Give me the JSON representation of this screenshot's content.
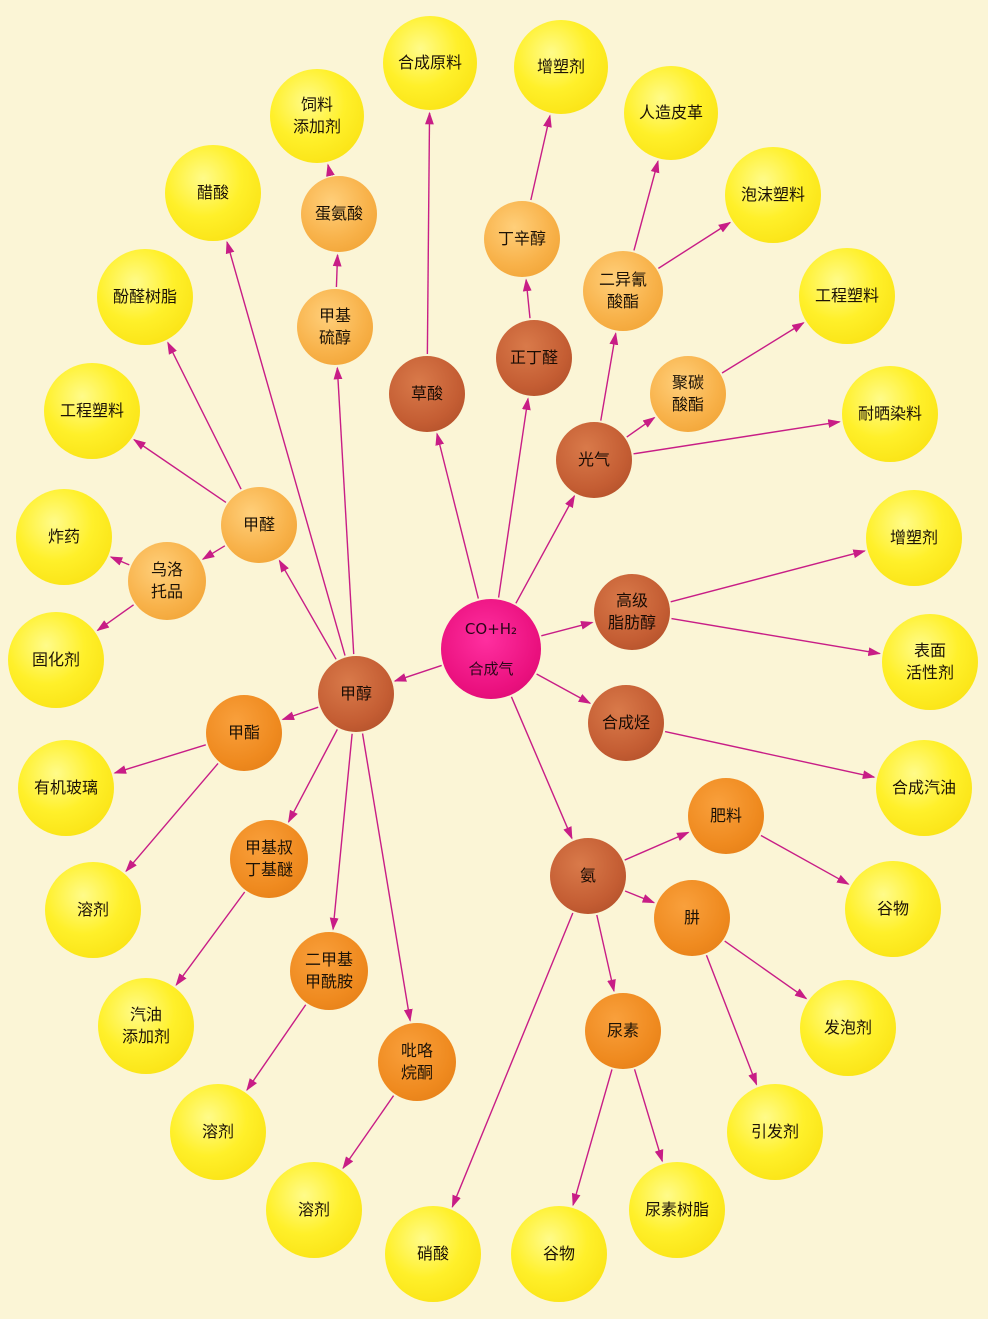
{
  "colors": {
    "background": "#fbf5d6",
    "arrow": "#c81d86",
    "center": "#e8167c",
    "hub": "#c45d33",
    "orange": "#ef8a1f",
    "mid": "#f8b24a",
    "leaf": "#fff02a"
  },
  "diagram": {
    "center": {
      "line1": "CO+H₂",
      "line2": "合成气"
    },
    "nodes": {
      "methanol": "甲醇",
      "oxalic_acid": "草酸",
      "butyraldehyde": "正丁醛",
      "phosgene": "光气",
      "fatty_alcohol": "高级\n脂肪醇",
      "synth_hc": "合成烃",
      "ammonia": "氨",
      "formaldehyde": "甲醛",
      "methyl_formate": "甲酯",
      "mtbe": "甲基叔\n丁基醚",
      "dmf": "二甲基\n甲酰胺",
      "pyrrolidone": "吡咯\n烷酮",
      "methyl_mercaptan": "甲基\n硫醇",
      "methionine": "蛋氨酸",
      "octanol": "丁辛醇",
      "isocyanate": "二异氰\n酸酯",
      "polycarbonate": "聚碳\n酸酯",
      "urotropine": "乌洛\n托品",
      "fertilizer": "肥料",
      "hydrazine": "肼",
      "urea": "尿素",
      "raw_material": "合成原料",
      "plasticizer_top": "增塑剂",
      "feed_additive": "饲料\n添加剂",
      "artificial_leather": "人造皮革",
      "acetic_acid": "醋酸",
      "foam_plastic": "泡沫塑料",
      "phenolic_resin": "酚醛树脂",
      "eng_plastic_right": "工程塑料",
      "eng_plastic_left": "工程塑料",
      "dye": "耐晒染料",
      "explosive": "炸药",
      "plasticizer_right": "增塑剂",
      "curing_agent": "固化剂",
      "surfactant": "表面\n活性剂",
      "organic_glass": "有机玻璃",
      "synth_gasoline": "合成汽油",
      "solvent_1": "溶剂",
      "grain_right": "谷物",
      "gasoline_additive": "汽油\n添加剂",
      "foaming_agent": "发泡剂",
      "solvent_2": "溶剂",
      "initiator": "引发剂",
      "solvent_3": "溶剂",
      "nitric_acid": "硝酸",
      "grain_bottom": "谷物",
      "urea_resin": "尿素树脂"
    }
  }
}
